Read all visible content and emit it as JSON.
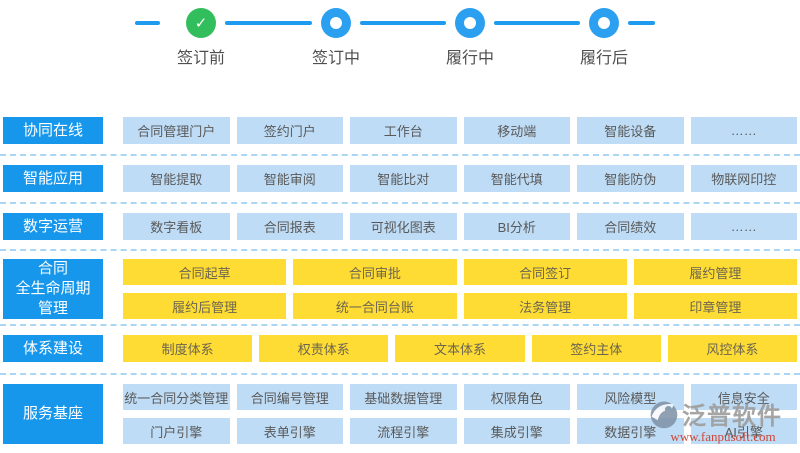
{
  "timeline": {
    "check_glyph": "✓",
    "steps": [
      {
        "label": "签订前",
        "state": "done"
      },
      {
        "label": "签订中",
        "state": "pending"
      },
      {
        "label": "履行中",
        "state": "pending"
      },
      {
        "label": "履行后",
        "state": "pending"
      }
    ]
  },
  "sections": [
    {
      "label": "协同在线",
      "label_lines": [
        "协同在线"
      ],
      "style": "blue",
      "rows": [
        [
          "合同管理门户",
          "签约门户",
          "工作台",
          "移动端",
          "智能设备",
          "……"
        ]
      ]
    },
    {
      "label": "智能应用",
      "label_lines": [
        "智能应用"
      ],
      "style": "blue",
      "rows": [
        [
          "智能提取",
          "智能审阅",
          "智能比对",
          "智能代填",
          "智能防伪",
          "物联网印控"
        ]
      ]
    },
    {
      "label": "数字运营",
      "label_lines": [
        "数字运营"
      ],
      "style": "blue",
      "rows": [
        [
          "数字看板",
          "合同报表",
          "可视化图表",
          "BI分析",
          "合同绩效",
          "……"
        ]
      ]
    },
    {
      "label": "合同全生命周期管理",
      "label_lines": [
        "合同",
        "全生命周期",
        "管理"
      ],
      "style": "yellow",
      "rows": [
        [
          "合同起草",
          "合同审批",
          "合同签订",
          "履约管理"
        ],
        [
          "履约后管理",
          "统一合同台账",
          "法务管理",
          "印章管理"
        ]
      ]
    },
    {
      "label": "体系建设",
      "label_lines": [
        "体系建设"
      ],
      "style": "yellow",
      "rows": [
        [
          "制度体系",
          "权责体系",
          "文本体系",
          "签约主体",
          "风控体系"
        ]
      ]
    },
    {
      "label": "服务基座",
      "label_lines": [
        "服务基座"
      ],
      "style": "blue",
      "rows": [
        [
          "统一合同分类管理",
          "合同编号管理",
          "基础数据管理",
          "权限角色",
          "风险模型",
          "信息安全"
        ],
        [
          "门户引擎",
          "表单引擎",
          "流程引擎",
          "集成引擎",
          "数据引擎",
          "AI引擎"
        ]
      ]
    }
  ],
  "watermark": {
    "brand": "泛普软件",
    "url": "www.fanpusoft.com"
  },
  "colors": {
    "accent_blue": "#1697EC",
    "light_blue": "#BEDCF5",
    "yellow": "#FFDC33",
    "green": "#33BE5E",
    "dash_blue": "#A9D6F4",
    "watermark_red": "#CE4637"
  }
}
